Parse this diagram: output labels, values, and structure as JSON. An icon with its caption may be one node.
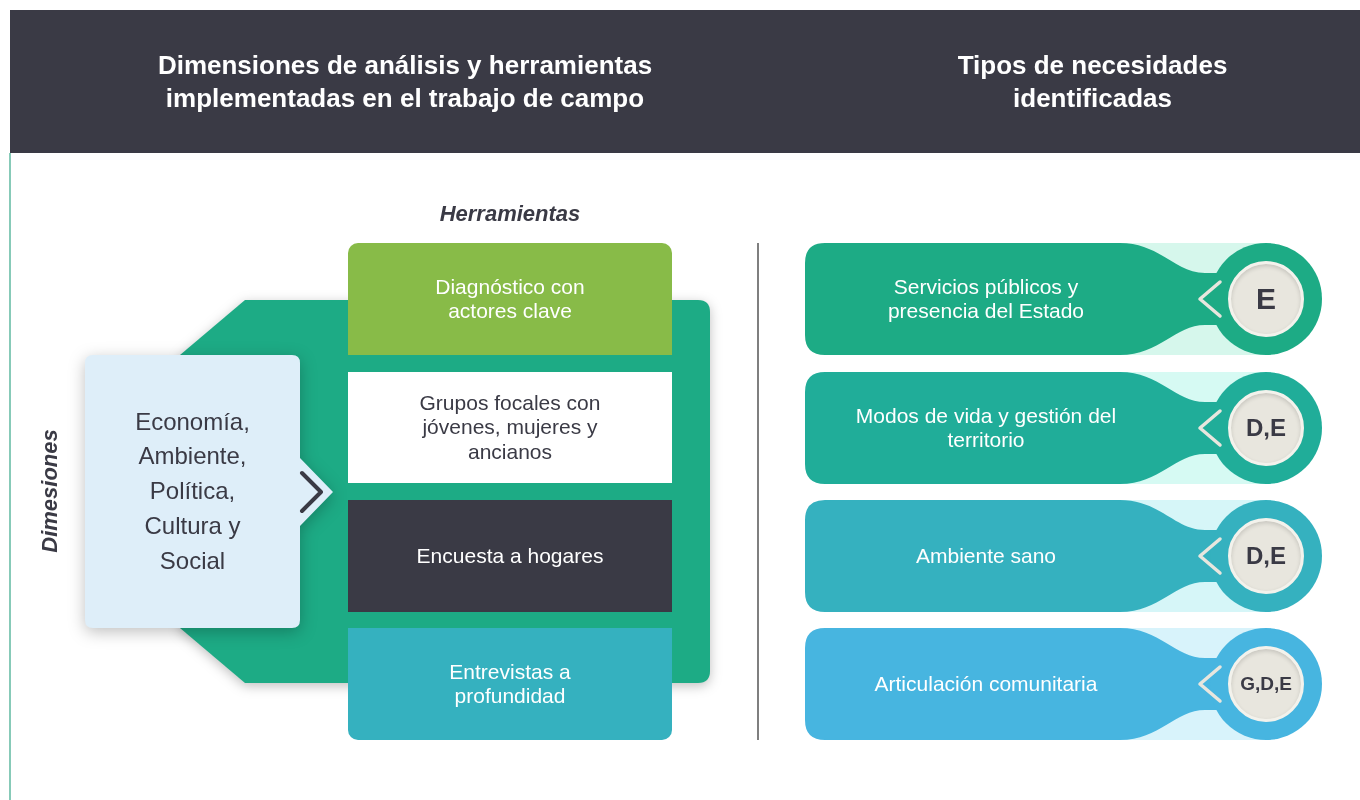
{
  "diagram": {
    "nodes": [
      {
        "text": [
          "Dimensiones de análisis y herramientas implementadas en el trabajo de campo",
          "Tipos de necesidades identificadas"
        ]
      },
      {
        "text": [
          "Economía, Ambiente, Política, Cultura y Social"
        ]
      },
      {
        "text": [
          "Diagnóstico con actores clave"
        ]
      },
      {
        "text": [
          "Grupos focales con jóvenes, mujeres y ancianos"
        ]
      },
      {
        "text": [
          "Encuesta a hogares"
        ]
      },
      {
        "text": [
          "Entrevistas a profundidad"
        ]
      },
      {
        "text": [
          "Servicios públicos y presencia del Estado"
        ]
      },
      {
        "text": [
          "E"
        ]
      },
      {
        "text": [
          "Modos de vida y gestión del territorio"
        ]
      },
      {
        "text": [
          "D,E"
        ]
      },
      {
        "text": [
          "Ambiente sano"
        ]
      },
      {
        "text": [
          "D,E"
        ]
      },
      {
        "text": [
          "Articulación comunitaria"
        ]
      },
      {
        "text": [
          "G,D,E"
        ]
      }
    ],
    "edges": [],
    "labels": [
      "Herramientas",
      "Dimesiones"
    ]
  }
}
